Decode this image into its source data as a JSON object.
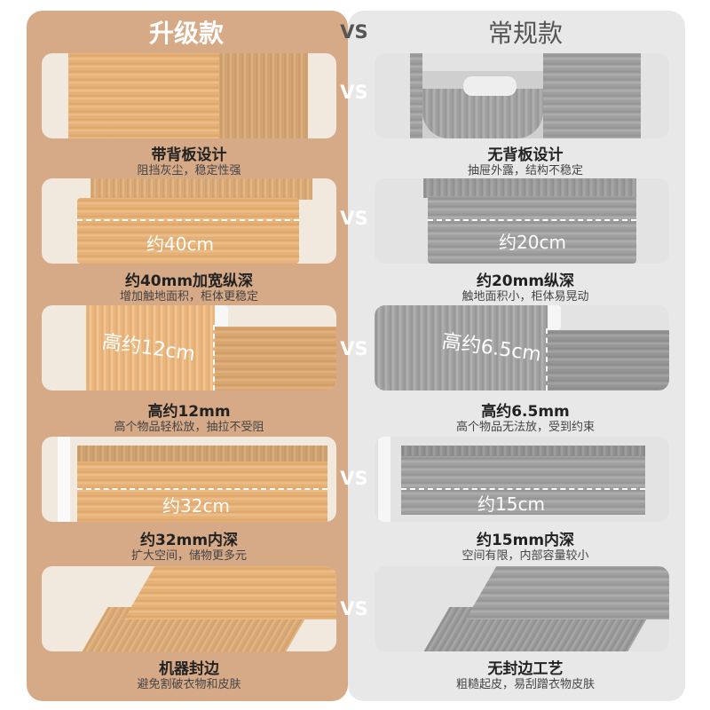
{
  "header": {
    "left_title": "升级款",
    "vs": "VS",
    "right_title": "常规款"
  },
  "rows": [
    {
      "vs": "VS",
      "left": {
        "title": "带背板设计",
        "subtitle": "阻挡灰尘，稳定性强",
        "measure": ""
      },
      "right": {
        "title": "无背板设计",
        "subtitle": "抽屉外露，结构不稳定",
        "measure": ""
      }
    },
    {
      "vs": "VS",
      "left": {
        "title": "约40mm加宽纵深",
        "subtitle": "增加触地面积，柜体更稳定",
        "measure": "约40cm"
      },
      "right": {
        "title": "约20mm纵深",
        "subtitle": "触地面积小，柜体易晃动",
        "measure": "约20cm"
      }
    },
    {
      "vs": "VS",
      "left": {
        "title": "高约12mm",
        "subtitle": "高个物品轻松放，抽拉不受阻",
        "measure": "高约12cm"
      },
      "right": {
        "title": "高约6.5mm",
        "subtitle": "高个物品无法放，受到约束",
        "measure": "高约6.5cm"
      }
    },
    {
      "vs": "VS",
      "left": {
        "title": "约32mm内深",
        "subtitle": "扩大空间，储物更多元",
        "measure": "约32cm"
      },
      "right": {
        "title": "约15mm内深",
        "subtitle": "空间有限，内部容量较小",
        "measure": "约15cm"
      }
    },
    {
      "vs": "VS",
      "left": {
        "title": "机器封边",
        "subtitle": "避免割破衣物和皮肤",
        "measure": ""
      },
      "right": {
        "title": "无封边工艺",
        "subtitle": "粗糙起皮，易刮蹭衣物皮肤",
        "measure": ""
      }
    }
  ],
  "colors": {
    "left_panel": "#d6a987",
    "right_panel": "#e8e8e8",
    "wood_warm": "#e2ab72",
    "wood_grey": "#9a9a9a"
  }
}
